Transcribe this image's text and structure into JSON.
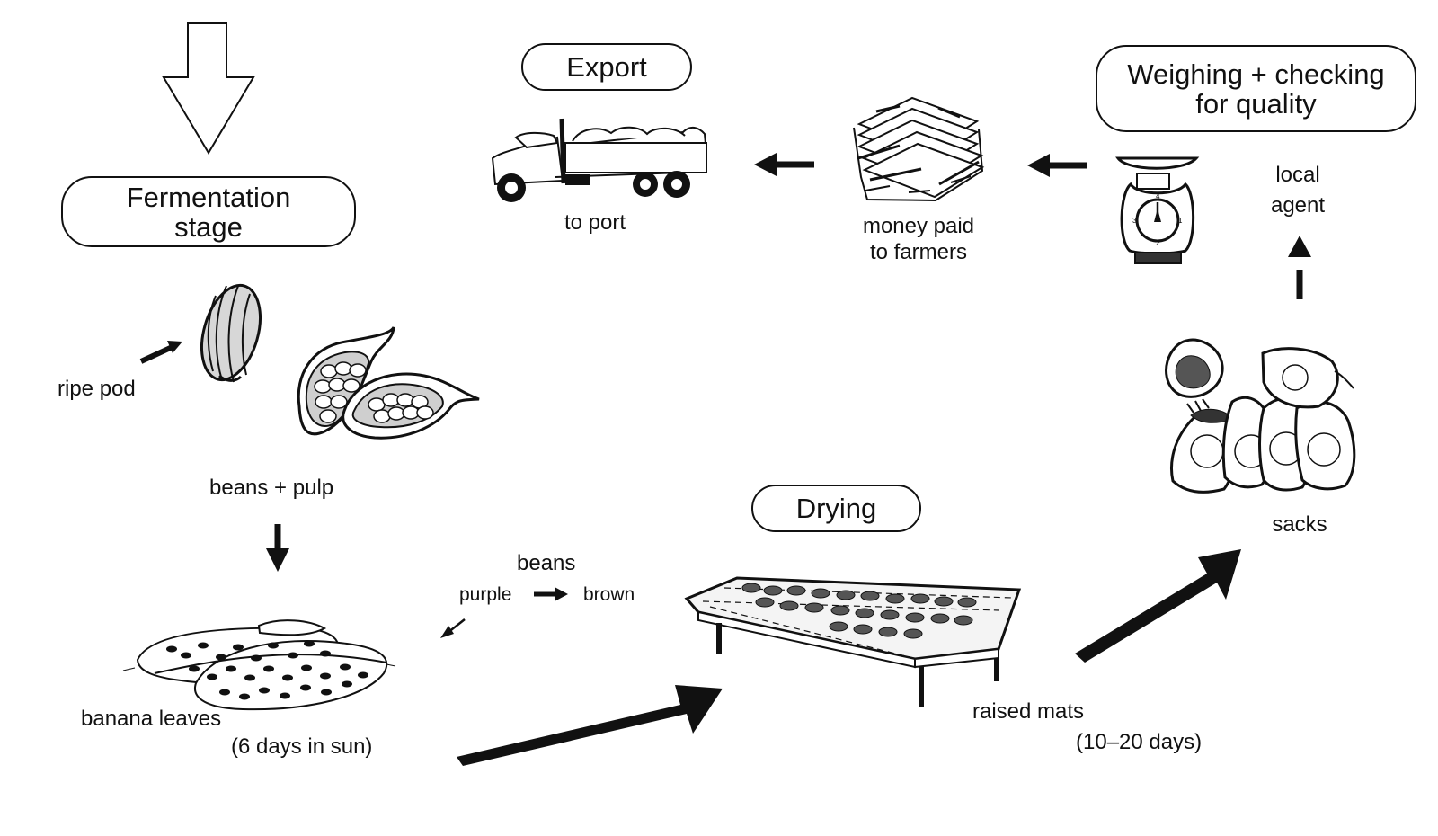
{
  "diagram": {
    "stages": {
      "fermentation": "Fermentation\nstage",
      "export": "Export",
      "weighing": "Weighing + checking\nfor quality",
      "drying": "Drying"
    },
    "labels": {
      "ripe_pod": "ripe pod",
      "beans_pulp": "beans + pulp",
      "beans": "beans",
      "purple": "purple",
      "brown": "brown",
      "banana_leaves": "banana leaves",
      "six_days": "(6 days in sun)",
      "raised_mats": "raised mats",
      "ten_twenty_days": "(10–20 days)",
      "sacks": "sacks",
      "local_agent": "local\nagent",
      "money_paid": "money paid\nto farmers",
      "to_port": "to port"
    },
    "colors": {
      "line": "#111111",
      "fill_dark": "#111111",
      "fill_light": "#f4f4f4",
      "background": "#ffffff"
    }
  }
}
